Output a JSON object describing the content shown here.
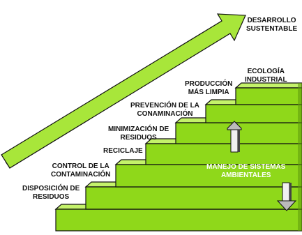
{
  "colors": {
    "step_face": "#8fd81a",
    "step_top": "#c4f26a",
    "step_side": "#5f9a0c",
    "outline": "#111111",
    "arrow_fill": "#a8e63a",
    "label_text": "#111111",
    "mgmt_text": "#ffffff"
  },
  "goal": {
    "line1": "DESARROLLO",
    "line2": "SUSTENTABLE"
  },
  "steps": [
    {
      "line1": "DISPOSICIÓN DE",
      "line2": "RESIDUOS"
    },
    {
      "line1": "CONTROL DE LA",
      "line2": "CONTAMINACIÓN"
    },
    {
      "line1": "RECICLAJE",
      "line2": ""
    },
    {
      "line1": "MINIMIZACIÓN DE",
      "line2": "RESIDUOS"
    },
    {
      "line1": "PREVENCIÓN DE LA",
      "line2": "CONAMINACIÓN"
    },
    {
      "line1": "PRODUCCIÓN",
      "line2": "MÁS LIMPIA"
    },
    {
      "line1": "ECOLOGÍA",
      "line2": "INDUSTRIAL"
    }
  ],
  "management": {
    "line1": "MANEJO DE SISTEMAS",
    "line2": "AMBIENTALES"
  },
  "icons": {
    "up": "up-arrow-icon",
    "down": "down-arrow-icon",
    "growth": "diagonal-arrow-icon"
  }
}
